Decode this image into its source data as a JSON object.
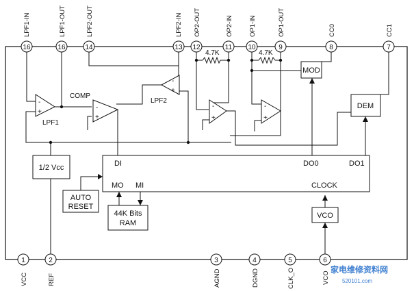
{
  "top_pins": [
    {
      "number": "16",
      "label": "LPF1-IN"
    },
    {
      "number": "16",
      "label": "LPF1-OUT"
    },
    {
      "number": "14",
      "label": "LPF2-OUT"
    },
    {
      "number": "13",
      "label": "LPF2-IN"
    },
    {
      "number": "12",
      "label": "OP2-OUT"
    },
    {
      "number": "11",
      "label": "OP2-IN"
    },
    {
      "number": "10",
      "label": "OP1-IN"
    },
    {
      "number": "9",
      "label": "OP1-OUT"
    },
    {
      "number": "8",
      "label": "CC0"
    },
    {
      "number": "7",
      "label": "CC1"
    }
  ],
  "bottom_pins": [
    {
      "number": "1",
      "label": "VCC"
    },
    {
      "number": "2",
      "label": "REF"
    },
    {
      "number": "3",
      "label": "AGND"
    },
    {
      "number": "4",
      "label": "DGND"
    },
    {
      "number": "5",
      "label": "CLK_O"
    },
    {
      "number": "6",
      "label": "VCO"
    }
  ],
  "blocks": {
    "mod": "MOD",
    "dem": "DEM",
    "half_vcc": "1/2 Vcc",
    "auto_reset_line1": "AUTO",
    "auto_reset_line2": "RESET",
    "ram_line1": "44K Bits",
    "ram_line2": "RAM",
    "vco": "VCO"
  },
  "core_labels": {
    "di": "DI",
    "mo": "MO",
    "mi": "MI",
    "do0": "DO0",
    "do1": "DO1",
    "clock": "CLOCK"
  },
  "amp_labels": {
    "lpf1": "LPF1",
    "comp": "COMP",
    "lpf2": "LPF2",
    "minus": "-",
    "plus": "+"
  },
  "resistors": {
    "r1": "4.7K",
    "r2": "4.7K"
  },
  "watermark": {
    "brand": "家电维修资料网",
    "url": "520101.com"
  }
}
